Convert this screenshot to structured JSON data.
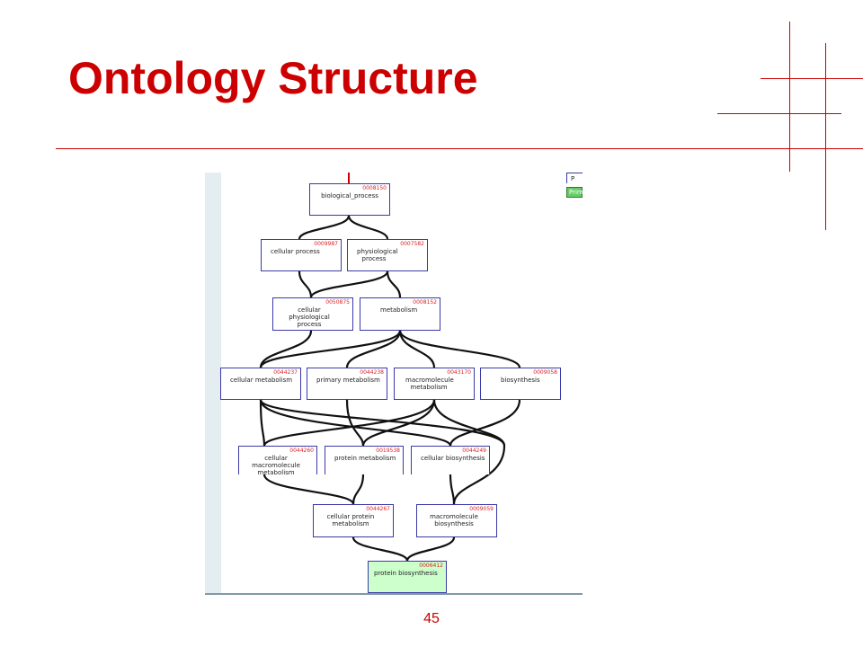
{
  "slide": {
    "title": "Ontology Structure",
    "page_number": "45"
  },
  "diagram": {
    "corner_label": "Prim",
    "corner_letter": "P",
    "nodes": [
      {
        "id": "0008150",
        "label": "biological_process"
      },
      {
        "id": "0009987",
        "label": "cellular process"
      },
      {
        "id": "0007582",
        "label": "physiological process"
      },
      {
        "id": "0050875",
        "label": "cellular physiological process"
      },
      {
        "id": "0008152",
        "label": "metabolism"
      },
      {
        "id": "0044237",
        "label": "cellular metabolism"
      },
      {
        "id": "0044238",
        "label": "primary metabolism"
      },
      {
        "id": "0043170",
        "label": "macromolecule metabolism"
      },
      {
        "id": "0009058",
        "label": "biosynthesis"
      },
      {
        "id": "0044260",
        "label": "cellular macromolecule metabolism"
      },
      {
        "id": "0019538",
        "label": "protein metabolism"
      },
      {
        "id": "0044249",
        "label": "cellular biosynthesis"
      },
      {
        "id": "0044267",
        "label": "cellular protein metabolism"
      },
      {
        "id": "0009059",
        "label": "macromolecule biosynthesis"
      },
      {
        "id": "0006412",
        "label": "protein biosynthesis"
      }
    ]
  },
  "colors": {
    "accent": "#cc0000",
    "node_border": "#3a3aa8",
    "node_id": "#dd2222",
    "highlight_node": "#ccffcc"
  }
}
